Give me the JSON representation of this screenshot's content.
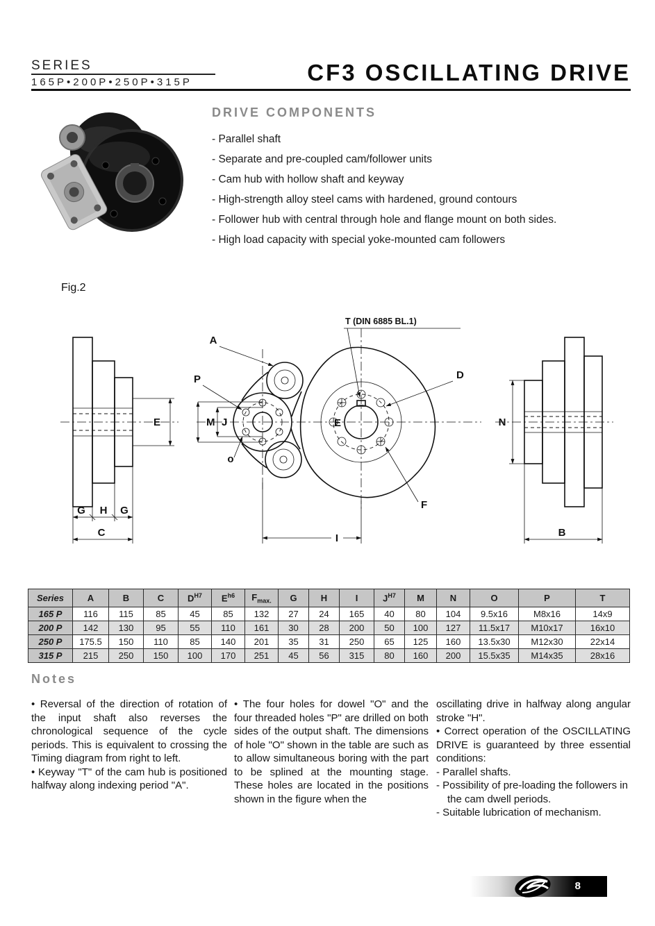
{
  "header": {
    "series_label": "SERIES",
    "series_models": "165P•200P•250P•315P",
    "title": "CF3 OSCILLATING DRIVE"
  },
  "drive_components": {
    "heading": "DRIVE COMPONENTS",
    "items": [
      "- Parallel shaft",
      "- Separate and pre-coupled cam/follower units",
      "- Cam hub with hollow shaft and keyway",
      "- High-strength alloy steel cams with hardened, ground contours",
      "- Follower hub with central through hole and flange mount on both sides.",
      "- High load capacity with special yoke-mounted cam followers"
    ]
  },
  "figure": {
    "caption": "Fig.2",
    "labels": {
      "T": "T (DIN 6885 BL.1)",
      "A": "A",
      "P": "P",
      "M": "M",
      "J": "J",
      "E": "E",
      "o": "o",
      "D": "D",
      "F": "F",
      "G_left": "G",
      "H": "H",
      "G_right": "G",
      "C": "C",
      "I": "I",
      "N": "N",
      "B": "B"
    }
  },
  "table": {
    "headers": [
      {
        "label": "Series"
      },
      {
        "label": "A"
      },
      {
        "label": "B"
      },
      {
        "label": "C"
      },
      {
        "label": "D",
        "sup": "H7"
      },
      {
        "label": "E",
        "sup": "h6"
      },
      {
        "label": "F",
        "sub": "max."
      },
      {
        "label": "G"
      },
      {
        "label": "H"
      },
      {
        "label": "I"
      },
      {
        "label": "J",
        "sup": "H7"
      },
      {
        "label": "M"
      },
      {
        "label": "N"
      },
      {
        "label": "O"
      },
      {
        "label": "P"
      },
      {
        "label": "T"
      }
    ],
    "rows": [
      {
        "series": "165 P",
        "values": [
          "116",
          "115",
          "85",
          "45",
          "85",
          "132",
          "27",
          "24",
          "165",
          "40",
          "80",
          "104",
          "9.5x16",
          "M8x16",
          "14x9"
        ]
      },
      {
        "series": "200 P",
        "values": [
          "142",
          "130",
          "95",
          "55",
          "110",
          "161",
          "30",
          "28",
          "200",
          "50",
          "100",
          "127",
          "11.5x17",
          "M10x17",
          "16x10"
        ]
      },
      {
        "series": "250 P",
        "values": [
          "175.5",
          "150",
          "110",
          "85",
          "140",
          "201",
          "35",
          "31",
          "250",
          "65",
          "125",
          "160",
          "13.5x30",
          "M12x30",
          "22x14"
        ]
      },
      {
        "series": "315 P",
        "values": [
          "215",
          "250",
          "150",
          "100",
          "170",
          "251",
          "45",
          "56",
          "315",
          "80",
          "160",
          "200",
          "15.5x35",
          "M14x35",
          "28x16"
        ]
      }
    ]
  },
  "notes": {
    "heading": "Notes",
    "col1": [
      "• Reversal of the direction of rotation of the input shaft also reverses the chronological sequence of the cycle periods. This is equivalent to crossing the Timing diagram from right to left.",
      "• Keyway \"T\" of the cam hub is positioned halfway along indexing period \"A\"."
    ],
    "col2": [
      "• The four holes for dowel \"O\" and the four threaded holes \"P\" are drilled on both sides of the output shaft. The dimensions of hole \"O\" shown in the table are such as to allow simultaneous boring with the part to be splined at the mounting stage. These holes are located in the positions shown in the figure when the"
    ],
    "col3": [
      "oscillating drive in halfway along angular stroke \"H\".",
      "• Correct operation of the OSCILLATING DRIVE is guaranteed by three essential conditions:",
      "- Parallel shafts.",
      "- Possibility of pre-loading the followers in the cam dwell periods.",
      "- Suitable lubrication of mechanism."
    ]
  },
  "footer": {
    "page_number": "8"
  }
}
